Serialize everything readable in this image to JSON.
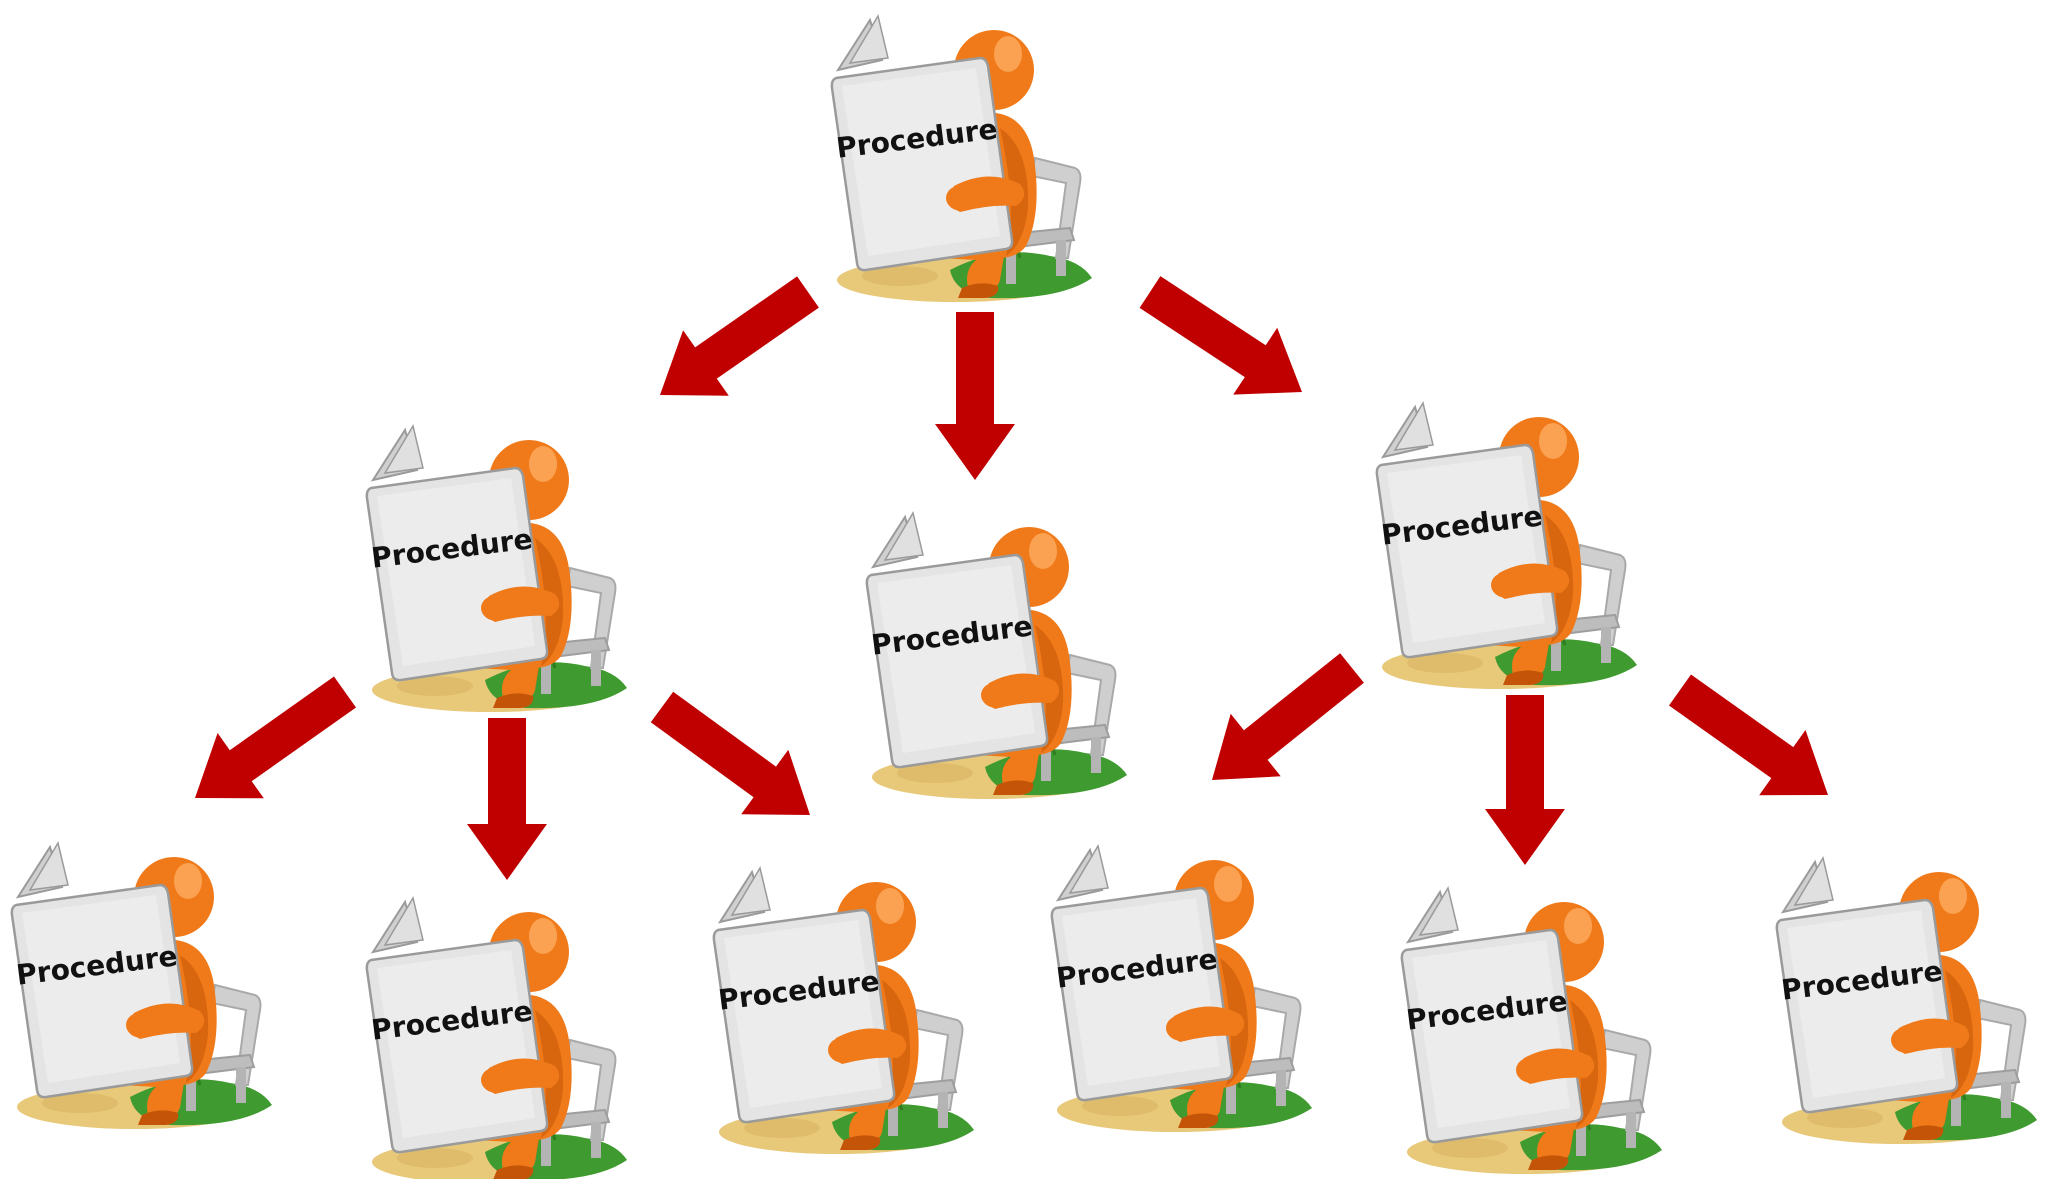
{
  "diagram": {
    "document_label": "Procedure",
    "colors": {
      "arrow": "#c00000",
      "figure": "#f07a1a",
      "figure_shadow": "#c45508",
      "figure_highlight": "#ffb36b",
      "book": "#e4e4e4",
      "book_page": "#f2f2f2",
      "book_edge": "#9a9a9a",
      "bench": "#cfcfcf",
      "grass": "#3f9a2f",
      "sand": "#e8c97a"
    },
    "icon": "person-reading-on-bench-icon",
    "readers": [
      {
        "id": "root",
        "level": 0,
        "label": "Procedure"
      },
      {
        "id": "left",
        "level": 1,
        "label": "Procedure"
      },
      {
        "id": "center",
        "level": 1,
        "label": "Procedure"
      },
      {
        "id": "right",
        "level": 1,
        "label": "Procedure"
      },
      {
        "id": "bottom-1",
        "level": 2,
        "label": "Procedure"
      },
      {
        "id": "bottom-2",
        "level": 2,
        "label": "Procedure"
      },
      {
        "id": "bottom-3",
        "level": 2,
        "label": "Procedure"
      },
      {
        "id": "bottom-4",
        "level": 2,
        "label": "Procedure"
      },
      {
        "id": "bottom-5",
        "level": 2,
        "label": "Procedure"
      },
      {
        "id": "bottom-6",
        "level": 2,
        "label": "Procedure"
      }
    ],
    "edges": [
      {
        "from": "root",
        "to": "left"
      },
      {
        "from": "root",
        "to": "center"
      },
      {
        "from": "root",
        "to": "right"
      },
      {
        "from": "left",
        "to": "bottom-1"
      },
      {
        "from": "left",
        "to": "bottom-2"
      },
      {
        "from": "left",
        "to": "bottom-3"
      },
      {
        "from": "right",
        "to": "bottom-4"
      },
      {
        "from": "right",
        "to": "bottom-5"
      },
      {
        "from": "right",
        "to": "bottom-6"
      }
    ]
  }
}
